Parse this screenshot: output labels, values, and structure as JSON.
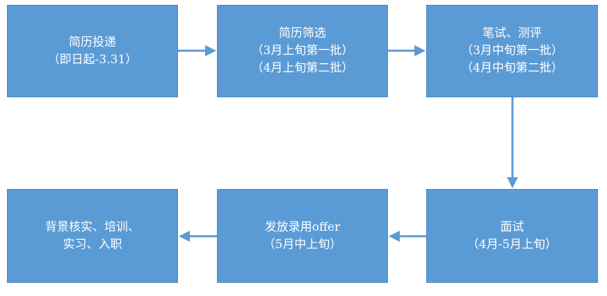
{
  "diagram": {
    "colors": {
      "box_fill": "#5b9bd5",
      "box_border": "#4a86bd",
      "text": "#ffffff",
      "arrow": "#5b9bd5"
    },
    "steps": [
      {
        "lines": [
          "简历投递",
          "（即日起-3.31）"
        ]
      },
      {
        "lines": [
          "简历筛选",
          "（3月上旬第一批）",
          "（4月上旬第二批）"
        ]
      },
      {
        "lines": [
          "笔试、测评",
          "（3月中旬第一批）",
          "（4月中旬第二批）"
        ]
      },
      {
        "lines": [
          "面试",
          "（4月-5月上旬）"
        ]
      },
      {
        "lines": [
          "发放录用offer",
          "（5月中上旬）"
        ]
      },
      {
        "lines": [
          "背景核实、培训、",
          "实习、入职"
        ]
      }
    ]
  }
}
